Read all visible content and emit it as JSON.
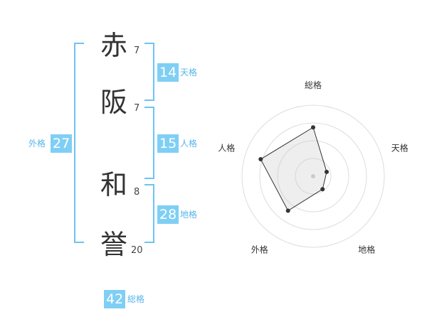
{
  "name": {
    "chars": [
      {
        "char": "赤",
        "strokes": "7"
      },
      {
        "char": "阪",
        "strokes": "7"
      },
      {
        "char": "和",
        "strokes": "8"
      },
      {
        "char": "誉",
        "strokes": "20"
      }
    ]
  },
  "scores": {
    "tenkaku": {
      "value": "14",
      "label": "天格"
    },
    "jinkaku": {
      "value": "15",
      "label": "人格"
    },
    "chikaku": {
      "value": "28",
      "label": "地格"
    },
    "gaikaku": {
      "value": "27",
      "label": "外格"
    },
    "soukaku": {
      "value": "42",
      "label": "総格"
    }
  },
  "chart_data": {
    "type": "radar",
    "axes": [
      "総格",
      "天格",
      "地格",
      "外格",
      "人格"
    ],
    "rings": 4,
    "values": [
      2.75,
      0.8,
      0.9,
      2.4,
      3.1
    ],
    "max": 4
  }
}
